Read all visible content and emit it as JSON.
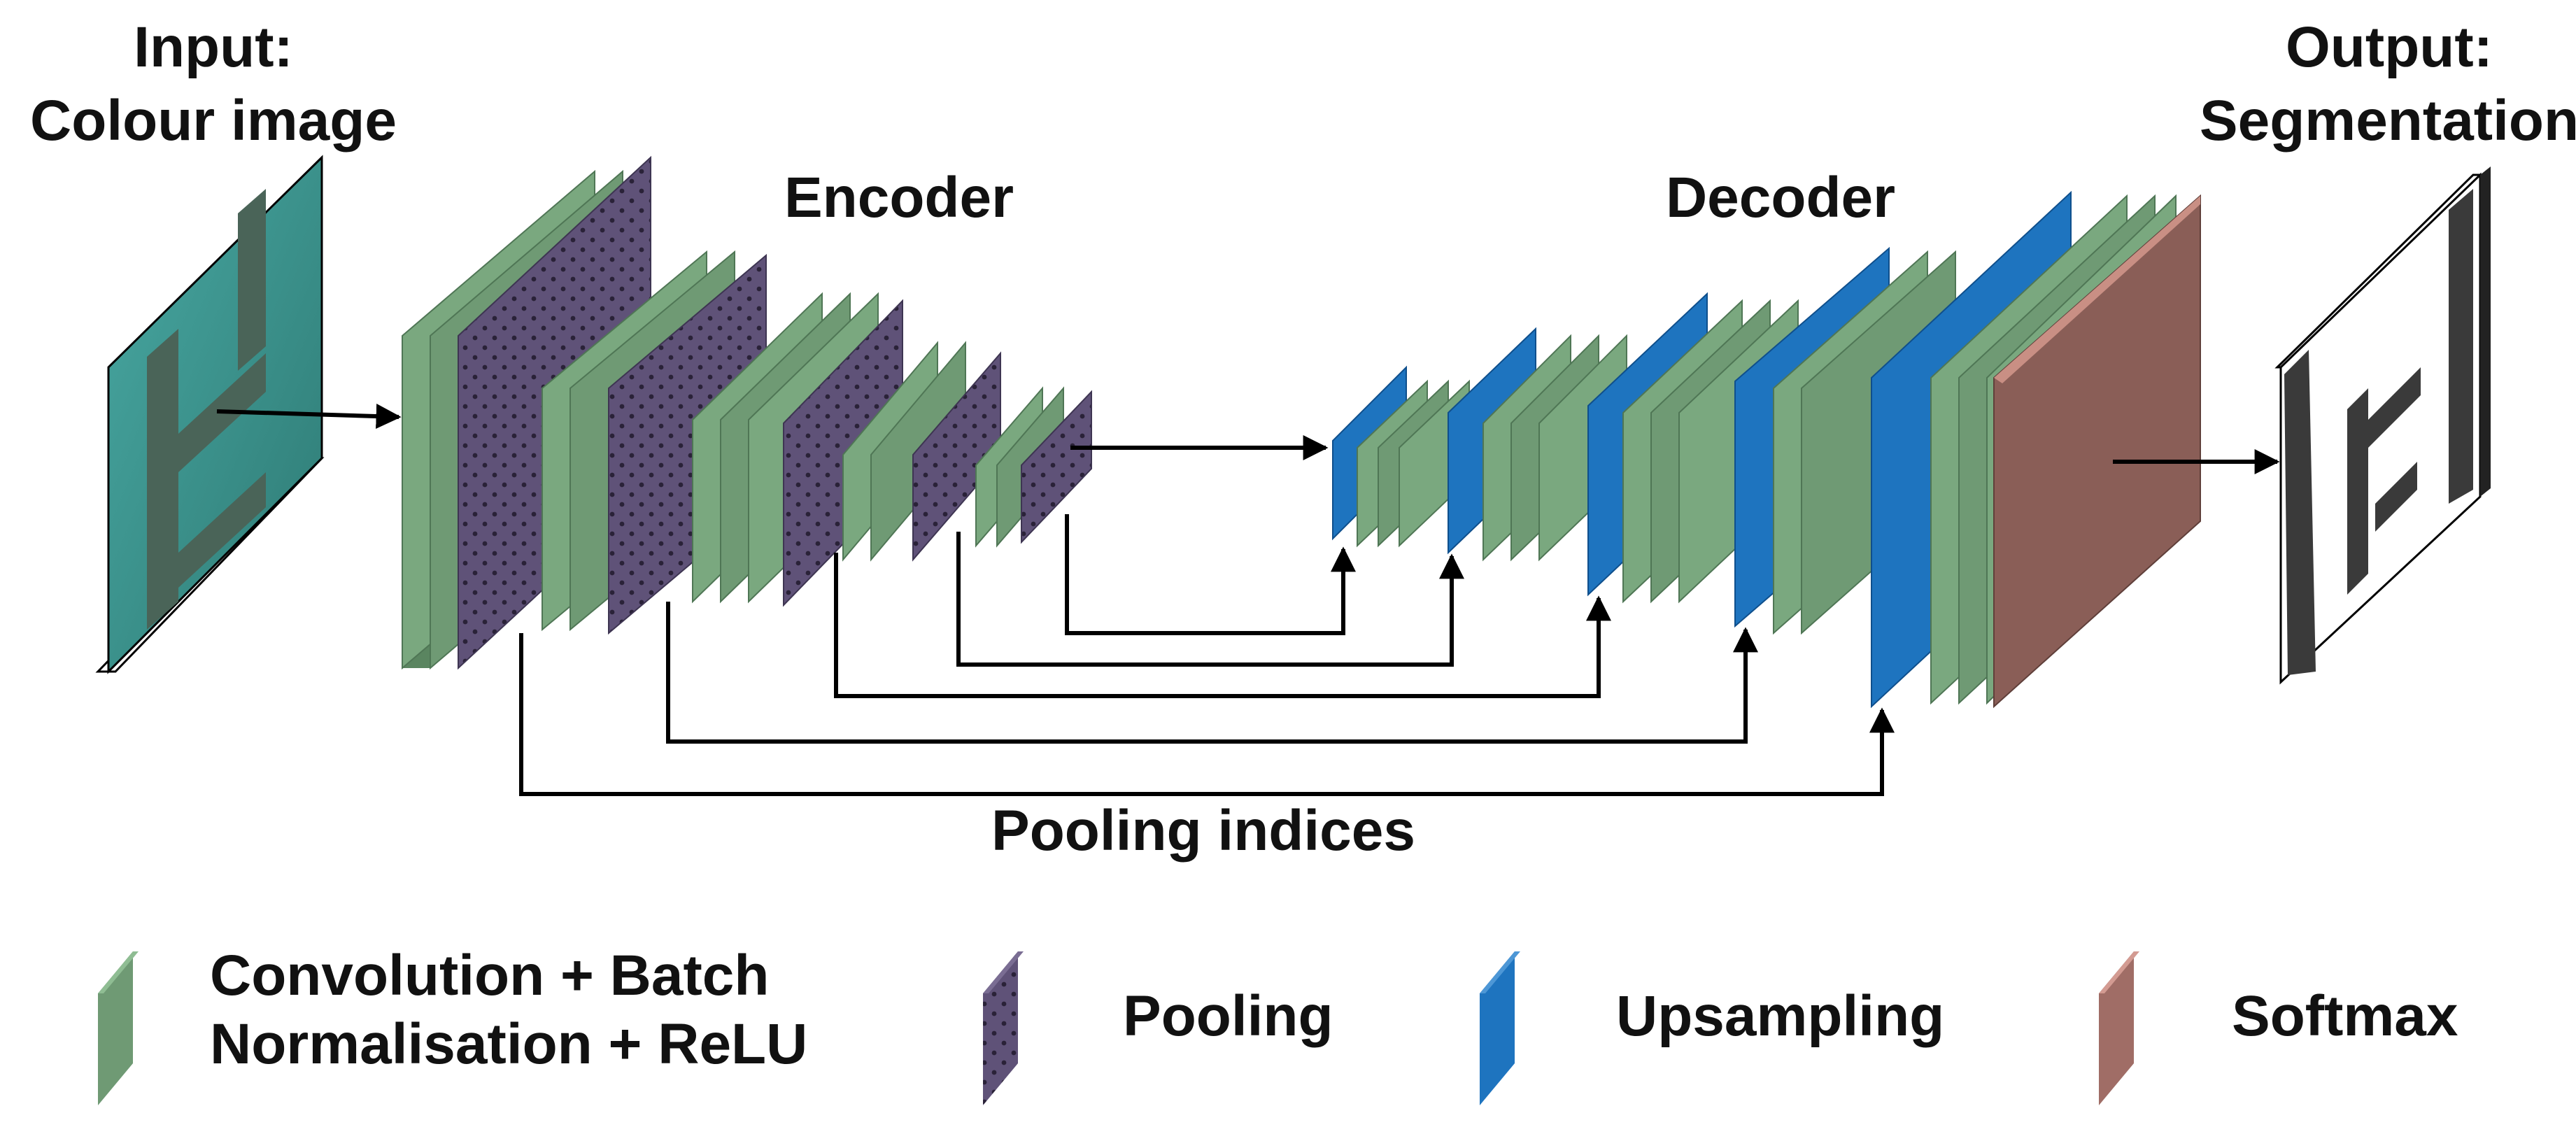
{
  "input_label": {
    "line1": "Input:",
    "line2": "Colour image"
  },
  "output_label": {
    "line1": "Output:",
    "line2": "Segmentation"
  },
  "encoder_label": "Encoder",
  "decoder_label": "Decoder",
  "pooling_indices_label": "Pooling indices",
  "legend": {
    "conv_line1": "Convolution + Batch",
    "conv_line2": "Normalisation + ReLU",
    "pooling": "Pooling",
    "upsampling": "Upsampling",
    "softmax": "Softmax"
  },
  "colors": {
    "conv": "#6f9a74",
    "pooling": "#5b4f73",
    "upsampling": "#1e74bf",
    "softmax": "#8a5e57",
    "arrow": "#000000",
    "input_image": "#3f938e"
  }
}
